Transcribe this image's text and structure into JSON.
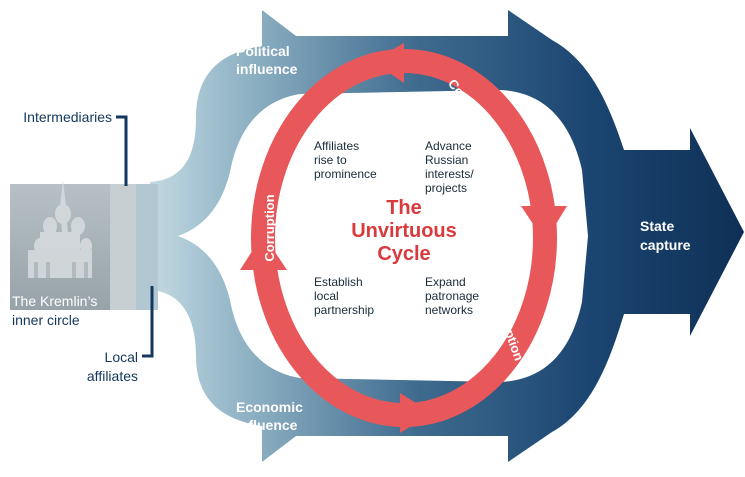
{
  "labels": {
    "intermediaries": "Intermediaries",
    "kremlin_line1": "The Kremlin’s",
    "kremlin_line2": "inner circle",
    "local_line1": "Local",
    "local_line2": "affiliates",
    "political_line1": "Political",
    "political_line2": "influence",
    "economic_line1": "Economic",
    "economic_line2": "influence",
    "state_line1": "State",
    "state_line2": "capture"
  },
  "cycle": {
    "title_line1": "The",
    "title_line2": "Unvirtuous",
    "title_line3": "Cycle",
    "corruption_label": "Corruption",
    "steps": [
      {
        "lines": [
          "Affiliates",
          "rise to",
          "prominence"
        ]
      },
      {
        "lines": [
          "Advance",
          "Russian",
          "interests/",
          "projects"
        ]
      },
      {
        "lines": [
          "Establish",
          "local",
          "partnership"
        ]
      },
      {
        "lines": [
          "Expand",
          "patronage",
          "networks"
        ]
      }
    ]
  },
  "colors": {
    "navy": "#13375e",
    "light_blue": "#9bbccc",
    "ring_red": "#e8585a",
    "title_red": "#d93a3c",
    "text_dark": "#1a2a3a",
    "text_white": "#ffffff",
    "image_grey": "#a8b3b8"
  },
  "icons": {
    "kremlin": "st-basils-cathedral-icon"
  }
}
